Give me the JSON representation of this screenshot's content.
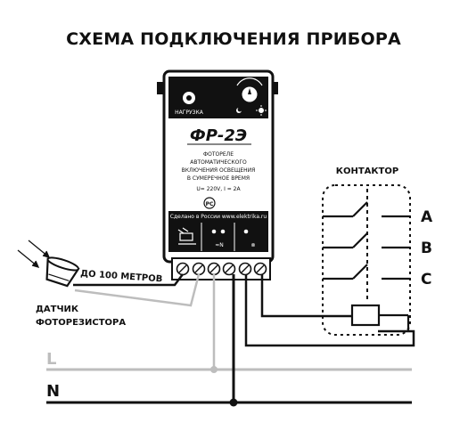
{
  "title": "СХЕМА ПОДКЛЮЧЕНИЯ ПРИБОРА",
  "device": {
    "load_label": "НАГРУЗКА",
    "model": "ФР-2Э",
    "description_lines": [
      "ФОТОРЕЛЕ",
      "АВТОМАТИЧЕСКОГО",
      "ВКЛЮЧЕНИЯ ОСВЕЩЕНИЯ",
      "В СУМЕРЕЧНОЕ ВРЕМЯ"
    ],
    "rating": "U= 220V, I = 2A",
    "bottom_strip": "Сделано в России www.elektrika.ru",
    "sensor_mark": "≈N",
    "lamp_mark": "⊗"
  },
  "sensor": {
    "distance_label": "ДО 100 МЕТРОВ",
    "caption_lines": [
      "ДАТЧИК",
      "ФОТОРЕЗИСТОРА"
    ]
  },
  "contactor": {
    "label": "КОНТАКТОР",
    "phases": [
      "A",
      "B",
      "C"
    ]
  },
  "buses": {
    "line": "L",
    "neutral": "N"
  },
  "colors": {
    "ink": "#111111",
    "line_bus": "#bdbdbd",
    "device_panel": "#ffffff"
  }
}
